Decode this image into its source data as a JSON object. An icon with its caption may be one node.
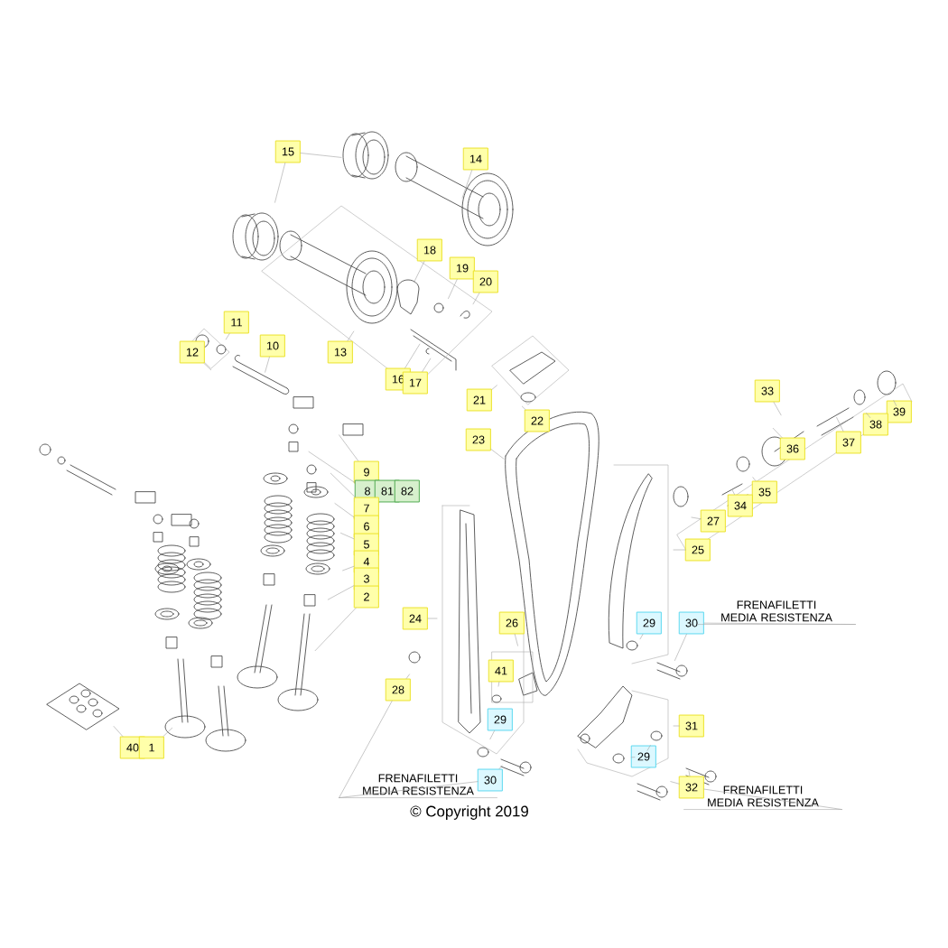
{
  "diagram": {
    "nodes": [
      {
        "text": [
          "15"
        ]
      },
      {
        "text": [
          "14"
        ]
      },
      {
        "text": [
          "13"
        ]
      },
      {
        "text": [
          "18"
        ]
      },
      {
        "text": [
          "19"
        ]
      },
      {
        "text": [
          "20"
        ]
      },
      {
        "text": [
          "11"
        ]
      },
      {
        "text": [
          "12"
        ]
      },
      {
        "text": [
          "10"
        ]
      },
      {
        "text": [
          "16"
        ]
      },
      {
        "text": [
          "17"
        ]
      },
      {
        "text": [
          "21"
        ]
      },
      {
        "text": [
          "22"
        ]
      },
      {
        "text": [
          "23"
        ]
      },
      {
        "text": [
          "33"
        ]
      },
      {
        "text": [
          "39"
        ]
      },
      {
        "text": [
          "38"
        ]
      },
      {
        "text": [
          "37"
        ]
      },
      {
        "text": [
          "36"
        ]
      },
      {
        "text": [
          "35"
        ]
      },
      {
        "text": [
          "34"
        ]
      },
      {
        "text": [
          "27"
        ]
      },
      {
        "text": [
          "25"
        ]
      },
      {
        "text": [
          "9"
        ]
      },
      {
        "text": [
          "8"
        ]
      },
      {
        "text": [
          "81"
        ]
      },
      {
        "text": [
          "82"
        ]
      },
      {
        "text": [
          "7"
        ]
      },
      {
        "text": [
          "6"
        ]
      },
      {
        "text": [
          "5"
        ]
      },
      {
        "text": [
          "4"
        ]
      },
      {
        "text": [
          "3"
        ]
      },
      {
        "text": [
          "2"
        ]
      },
      {
        "text": [
          "24"
        ]
      },
      {
        "text": [
          "26"
        ]
      },
      {
        "text": [
          "41"
        ]
      },
      {
        "text": [
          "29"
        ]
      },
      {
        "text": [
          "30"
        ]
      },
      {
        "text": [
          "FRENAFILETTI MEDIA RESISTENZA"
        ]
      },
      {
        "text": [
          "28"
        ]
      },
      {
        "text": [
          "29"
        ]
      },
      {
        "text": [
          "30"
        ]
      },
      {
        "text": [
          "FRENAFILETTI MEDIA RESISTENZA"
        ]
      },
      {
        "text": [
          "31"
        ]
      },
      {
        "text": [
          "29"
        ]
      },
      {
        "text": [
          "32"
        ]
      },
      {
        "text": [
          "FRENAFILETTI MEDIA RESISTENZA"
        ]
      },
      {
        "text": [
          "40"
        ]
      },
      {
        "text": [
          "1"
        ]
      }
    ],
    "edges": [
      {
        "from": 0,
        "to": null,
        "arrow": "none"
      },
      {
        "from": 0,
        "to": null,
        "arrow": "none"
      },
      {
        "from": 1,
        "to": null,
        "arrow": "none"
      },
      {
        "from": 2,
        "to": null,
        "arrow": "none"
      },
      {
        "from": 3,
        "to": null,
        "arrow": "none"
      },
      {
        "from": 4,
        "to": null,
        "arrow": "none"
      },
      {
        "from": 5,
        "to": null,
        "arrow": "none"
      },
      {
        "from": 6,
        "to": null,
        "arrow": "none"
      },
      {
        "from": 7,
        "to": null,
        "arrow": "none"
      },
      {
        "from": 8,
        "to": null,
        "arrow": "none"
      },
      {
        "from": 9,
        "to": null,
        "arrow": "none"
      },
      {
        "from": 10,
        "to": null,
        "arrow": "none"
      },
      {
        "from": 11,
        "to": null,
        "arrow": "none"
      },
      {
        "from": 12,
        "to": null,
        "arrow": "none"
      },
      {
        "from": 13,
        "to": null,
        "arrow": "none"
      },
      {
        "from": 14,
        "to": null,
        "arrow": "none"
      },
      {
        "from": 15,
        "to": null,
        "arrow": "none"
      },
      {
        "from": 16,
        "to": null,
        "arrow": "none"
      },
      {
        "from": 17,
        "to": null,
        "arrow": "none"
      },
      {
        "from": 18,
        "to": null,
        "arrow": "none"
      },
      {
        "from": 19,
        "to": null,
        "arrow": "none"
      },
      {
        "from": 20,
        "to": null,
        "arrow": "none"
      },
      {
        "from": 21,
        "to": null,
        "arrow": "none"
      },
      {
        "from": 22,
        "to": null,
        "arrow": "none"
      },
      {
        "from": 23,
        "to": null,
        "arrow": "none"
      },
      {
        "from": 24,
        "to": null,
        "arrow": "none"
      },
      {
        "from": 27,
        "to": null,
        "arrow": "none"
      },
      {
        "from": 28,
        "to": null,
        "arrow": "none"
      },
      {
        "from": 29,
        "to": null,
        "arrow": "none"
      },
      {
        "from": 30,
        "to": null,
        "arrow": "none"
      },
      {
        "from": 31,
        "to": null,
        "arrow": "none"
      },
      {
        "from": 32,
        "to": null,
        "arrow": "none"
      },
      {
        "from": 33,
        "to": null,
        "arrow": "none"
      },
      {
        "from": 34,
        "to": null,
        "arrow": "none"
      },
      {
        "from": 35,
        "to": null,
        "arrow": "none"
      },
      {
        "from": 36,
        "to": null,
        "arrow": "none"
      },
      {
        "from": 37,
        "to": null,
        "arrow": "none"
      },
      {
        "from": 37,
        "to": 38,
        "arrow": "none"
      },
      {
        "from": 39,
        "to": null,
        "arrow": "none"
      },
      {
        "from": 39,
        "to": 42,
        "arrow": "none"
      },
      {
        "from": 40,
        "to": null,
        "arrow": "none"
      },
      {
        "from": 41,
        "to": null,
        "arrow": "none"
      },
      {
        "from": 41,
        "to": 42,
        "arrow": "none"
      },
      {
        "from": 43,
        "to": null,
        "arrow": "none"
      },
      {
        "from": 44,
        "to": null,
        "arrow": "none"
      },
      {
        "from": 44,
        "to": null,
        "arrow": "none"
      },
      {
        "from": 45,
        "to": null,
        "arrow": "none"
      },
      {
        "from": 45,
        "to": null,
        "arrow": "none"
      },
      {
        "from": 45,
        "to": 46,
        "arrow": "none"
      },
      {
        "from": 47,
        "to": null,
        "arrow": "none"
      },
      {
        "from": 48,
        "to": null,
        "arrow": "none"
      }
    ],
    "labels": [
      "© Copyright 2019"
    ]
  }
}
